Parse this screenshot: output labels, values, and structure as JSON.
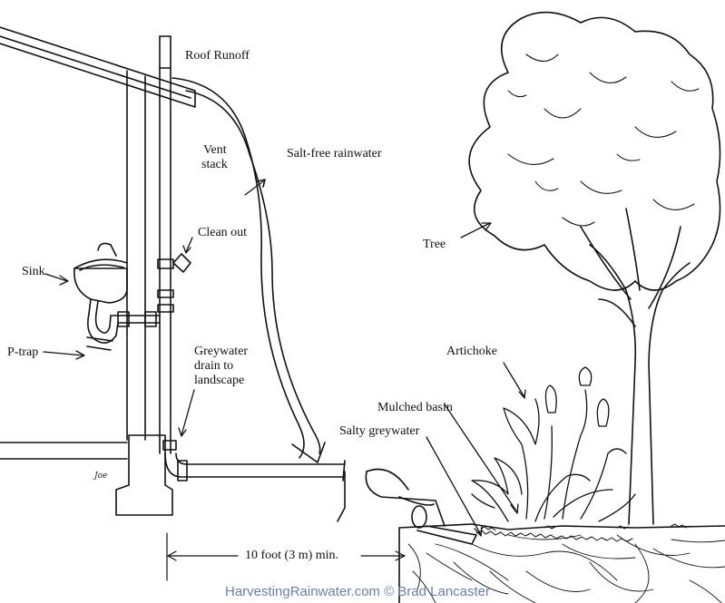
{
  "labels": {
    "roof_runoff": "Roof Runoff",
    "vent_stack_1": "Vent",
    "vent_stack_2": "stack",
    "salt_free": "Salt-free rainwater",
    "clean_out": "Clean out",
    "sink": "Sink",
    "p_trap": "P-trap",
    "greywater_1": "Greywater",
    "greywater_2": "drain to",
    "greywater_3": "landscape",
    "tree": "Tree",
    "artichoke": "Artichoke",
    "mulched_basin": "Mulched basin",
    "salty_greywater": "Salty greywater",
    "distance": "10 foot (3 m) min."
  },
  "credit": "HarvestingRainwater.com © Brad Lancaster",
  "signature": "Joe"
}
